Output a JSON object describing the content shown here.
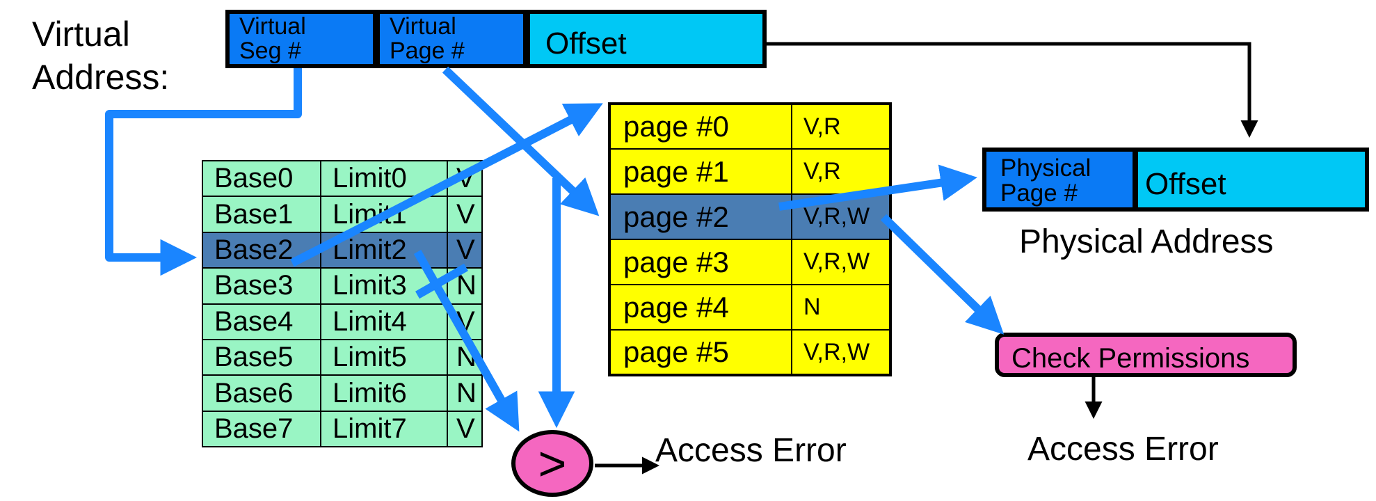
{
  "virtual_address": {
    "label_line1": "Virtual",
    "label_line2": "Address:",
    "seg_line1": "Virtual",
    "seg_line2": "Seg #",
    "page_line1": "Virtual",
    "page_line2": "Page #",
    "offset": "Offset"
  },
  "segment_table": {
    "rows": [
      {
        "base": "Base0",
        "limit": "Limit0",
        "flag": "V"
      },
      {
        "base": "Base1",
        "limit": "Limit1",
        "flag": "V"
      },
      {
        "base": "Base2",
        "limit": "Limit2",
        "flag": "V"
      },
      {
        "base": "Base3",
        "limit": "Limit3",
        "flag": "N"
      },
      {
        "base": "Base4",
        "limit": "Limit4",
        "flag": "V"
      },
      {
        "base": "Base5",
        "limit": "Limit5",
        "flag": "N"
      },
      {
        "base": "Base6",
        "limit": "Limit6",
        "flag": "N"
      },
      {
        "base": "Base7",
        "limit": "Limit7",
        "flag": "V"
      }
    ]
  },
  "page_table": {
    "rows": [
      {
        "page": "page #0",
        "perm": "V,R"
      },
      {
        "page": "page #1",
        "perm": "V,R"
      },
      {
        "page": "page #2",
        "perm": "V,R,W"
      },
      {
        "page": "page #3",
        "perm": "V,R,W"
      },
      {
        "page": "page #4",
        "perm": "N"
      },
      {
        "page": "page #5",
        "perm": "V,R,W"
      }
    ]
  },
  "physical_address": {
    "page_line1": "Physical",
    "page_line2": "Page #",
    "offset": "Offset",
    "label": "Physical Address"
  },
  "check_permissions": "Check Permissions",
  "comparator": ">",
  "access_error_left": "Access Error",
  "access_error_right": "Access Error",
  "colors": {
    "arrow_blue": "#1a85ff",
    "field_blue": "#0a7af5",
    "offset_cyan": "#00c8f5",
    "segment_green": "#99f5c4",
    "page_yellow": "#ffff00",
    "highlight": "#4a7db3",
    "pink": "#f567c0"
  }
}
